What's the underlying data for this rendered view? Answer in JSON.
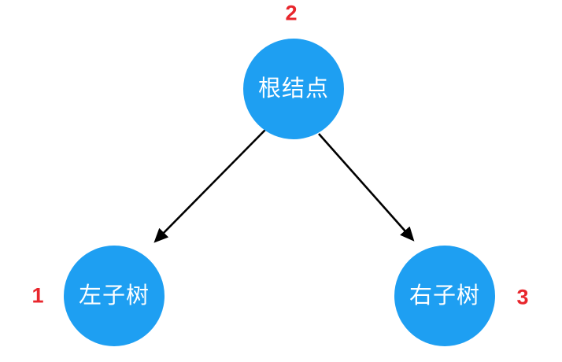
{
  "diagram": {
    "type": "binary-tree",
    "nodes": {
      "root": {
        "label": "根结点",
        "order": "2"
      },
      "left": {
        "label": "左子树",
        "order": "1"
      },
      "right": {
        "label": "右子树",
        "order": "3"
      }
    },
    "edges": [
      {
        "from": "root",
        "to": "left"
      },
      {
        "from": "root",
        "to": "right"
      }
    ]
  },
  "colors": {
    "node_fill": "#1e9ff2",
    "node_text": "#ffffff",
    "order_text": "#e8262c",
    "arrow": "#000000",
    "background": "#ffffff"
  }
}
